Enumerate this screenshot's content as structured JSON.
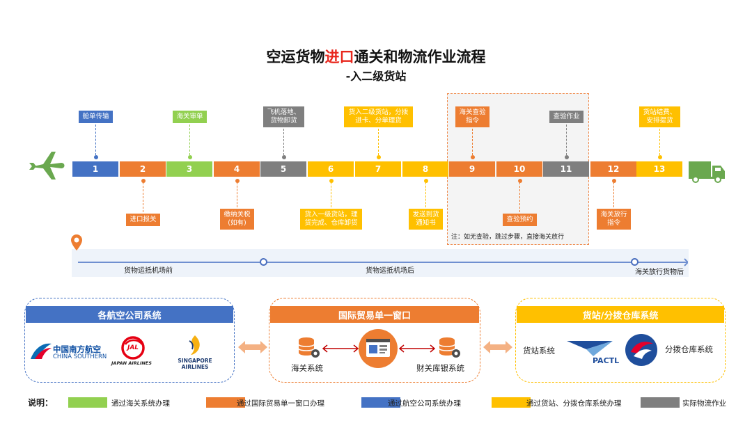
{
  "title": {
    "part1": "空运货物",
    "highlight": "进口",
    "part2": "通关和物流作业流程"
  },
  "subtitle": "-入二级货站",
  "colors": {
    "green": "#92d050",
    "orange": "#ed7d31",
    "blue": "#4472c4",
    "yellow": "#ffc000",
    "gray": "#7f7f7f"
  },
  "steps": [
    {
      "num": "1",
      "color": "blue",
      "label": "舱单传输",
      "pos": "top"
    },
    {
      "num": "2",
      "color": "orange",
      "label": "进口报关",
      "pos": "bottom"
    },
    {
      "num": "3",
      "color": "green",
      "label": "海关审单",
      "pos": "top"
    },
    {
      "num": "4",
      "color": "orange",
      "label": "缴纳关税\n(如有)",
      "pos": "bottom"
    },
    {
      "num": "5",
      "color": "gray",
      "label": "飞机落地、\n货物卸货",
      "pos": "top"
    },
    {
      "num": "6",
      "color": "yellow",
      "label": "货入一级货站，理\n货完成、仓库卸货",
      "pos": "bottom"
    },
    {
      "num": "7",
      "color": "yellow",
      "label": "货入二级货站，分拨\n进卡、分单理货",
      "pos": "top"
    },
    {
      "num": "8",
      "color": "yellow",
      "label": "发送到货\n通知书",
      "pos": "bottom"
    },
    {
      "num": "9",
      "color": "orange",
      "label": "海关查验\n指令",
      "pos": "top"
    },
    {
      "num": "10",
      "color": "orange",
      "label": "查验预约",
      "pos": "bottom"
    },
    {
      "num": "11",
      "color": "gray",
      "label": "查验作业",
      "pos": "top"
    },
    {
      "num": "12",
      "color": "orange",
      "label": "海关放行\n指令",
      "pos": "bottom"
    },
    {
      "num": "13",
      "color": "yellow",
      "label": "货站结费、\n安排提货",
      "pos": "top"
    }
  ],
  "dashed_note": "注：如无查验，跳过步骤，直接海关放行",
  "timeline": {
    "t1": "货物运抵机场前",
    "t2": "货物运抵机场后",
    "t3": "海关放行货物后"
  },
  "panels": {
    "airline": {
      "title": "各航空公司系统",
      "cs_cn": "中国南方航空",
      "cs_en": "CHINA SOUTHERN",
      "jal_logo": "JAL",
      "jal_text": "JAPAN AIRLINES",
      "sq_1": "SINGAPORE",
      "sq_2": "AIRLINES"
    },
    "single_window": {
      "title": "国际贸易单一窗口",
      "customs": "海关系统",
      "finance": "财关库银系统"
    },
    "terminal": {
      "title": "货站/分拨仓库系统",
      "station": "货站系统",
      "pactl": "PACTL",
      "warehouse": "分拨仓库系统"
    }
  },
  "legend": {
    "label": "说明：",
    "items": [
      {
        "color": "green",
        "text": "通过海关系统办理"
      },
      {
        "color": "orange",
        "text": "通过国际贸易单一窗口办理"
      },
      {
        "color": "blue",
        "text": "通过航空公司系统办理"
      },
      {
        "color": "yellow",
        "text": "通过货站、分拨仓库系统办理"
      },
      {
        "color": "gray",
        "text": "实际物流作业"
      }
    ]
  }
}
